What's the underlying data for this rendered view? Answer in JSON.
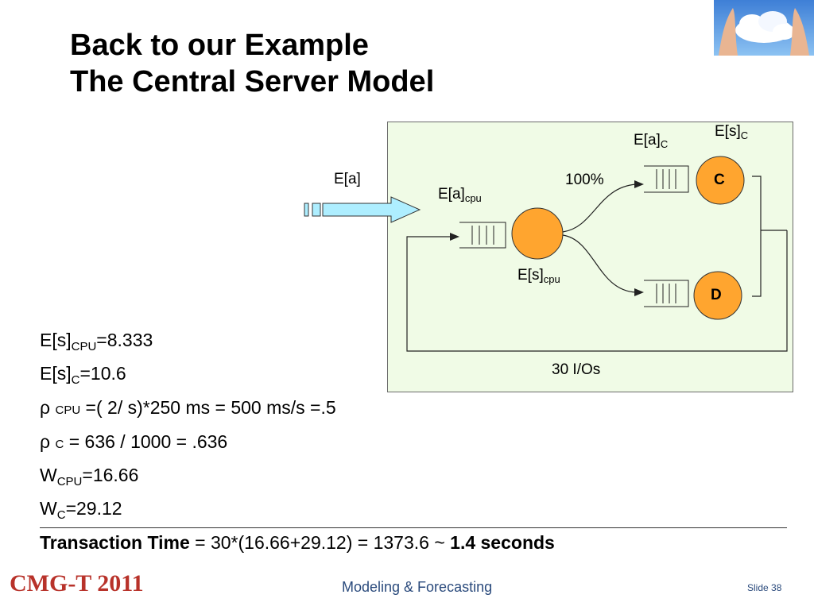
{
  "title": {
    "line1": "Back to our Example",
    "line2": "The Central Server Model"
  },
  "diagram": {
    "ea": "E[a]",
    "ea_cpu_main": "E[a]",
    "ea_cpu_sub": "cpu",
    "es_cpu_main": "E[s]",
    "es_cpu_sub": "cpu",
    "ea_c_main": "E[a]",
    "ea_c_sub": "C",
    "es_c_main": "E[s]",
    "es_c_sub": "C",
    "percent": "100%",
    "server_c": "C",
    "server_d": "D",
    "ios": "30 I/Os",
    "colors": {
      "server_fill": "#ffa52f",
      "box_fill": "#f0fbe6",
      "arrow_fill": "#aeeeff"
    }
  },
  "equations": {
    "l1_a": "E[s]",
    "l1_sub": "CPU",
    "l1_b": "=8.333",
    "l2_a": "E[s]",
    "l2_sub": "C",
    "l2_b": "=10.6",
    "l3_a": "ρ ",
    "l3_sub": "CPU",
    "l3_b": " =( 2/ s)*250 ms = 500 ms/s =.5",
    "l4_a": "ρ ",
    "l4_sub": "C",
    "l4_b": " = 636 / 1000 = .636",
    "l5_a": "W",
    "l5_sub": "CPU",
    "l5_b": "=16.66",
    "l6_a": "W",
    "l6_sub": "C",
    "l6_b": "=29.12"
  },
  "transaction": {
    "label": "Transaction Time",
    "formula": " = 30*(16.66+29.12) =  1373.6  ~ ",
    "result": "1.4 seconds"
  },
  "footer": {
    "left": "CMG-T 2011",
    "center": "Modeling & Forecasting",
    "right": "Slide 38"
  }
}
